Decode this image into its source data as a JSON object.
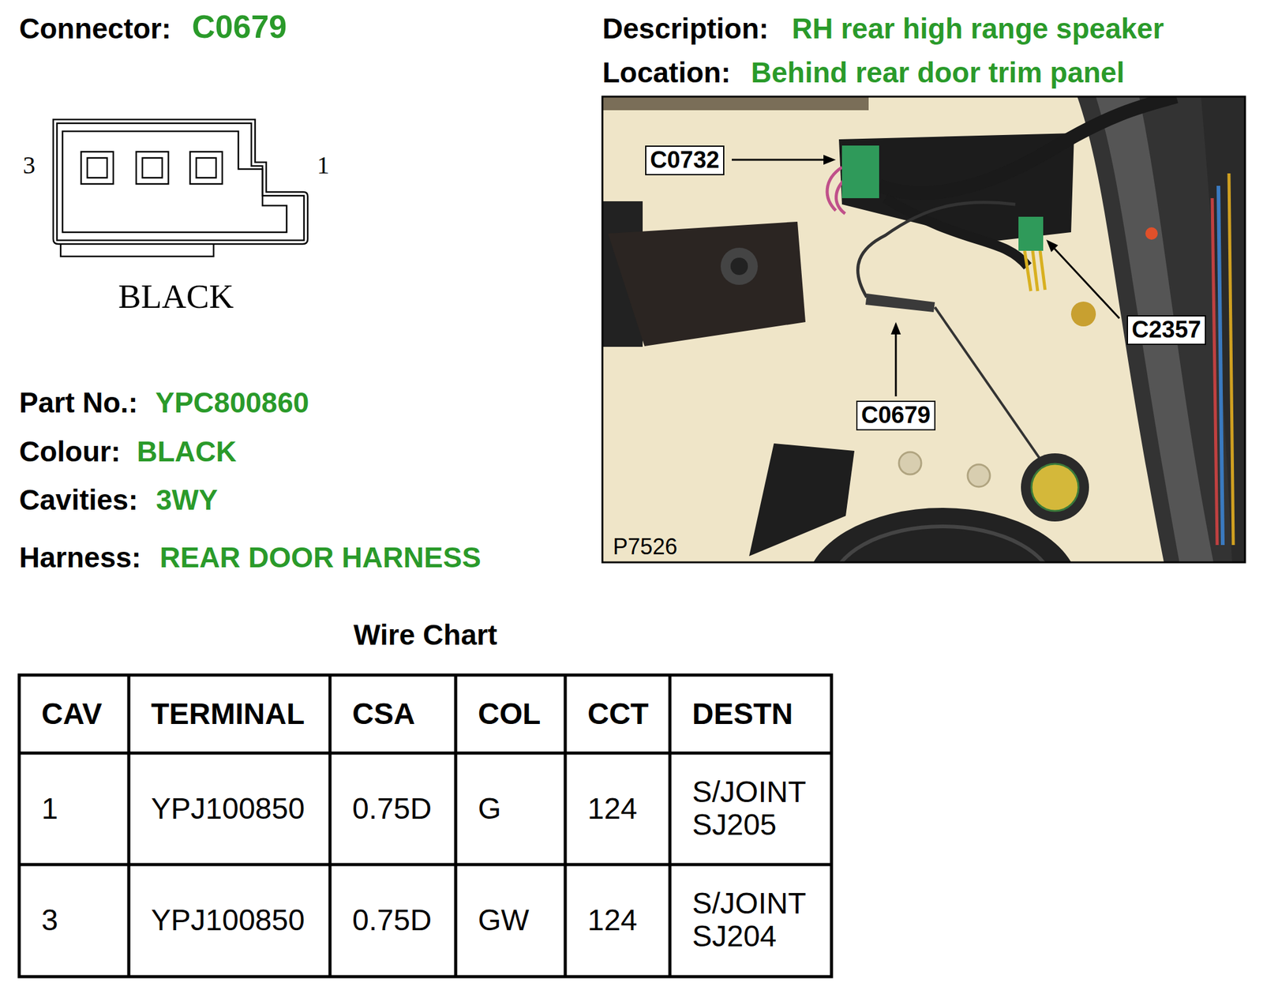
{
  "diagram": {
    "labels": [
      "Connector:",
      "C0679",
      "Description:",
      "RH rear high range speaker",
      "Location:",
      "Behind rear door trim panel",
      "3",
      "1",
      "BLACK",
      "C0732",
      "C2357",
      "C0679",
      "P7526",
      "Part No.:",
      "YPC800860",
      "Colour:",
      "BLACK",
      "Cavities:",
      "3WY",
      "Harness:",
      "REAR DOOR HARNESS",
      "Wire Chart",
      "CAV",
      "TERMINAL",
      "CSA",
      "COL",
      "CCT",
      "DESTN",
      "1",
      "YPJ100850",
      "0.75D",
      "G",
      "124",
      "S/JOINT SJ205",
      "3",
      "YPJ100850",
      "0.75D",
      "GW",
      "124",
      "S/JOINT SJ204"
    ]
  }
}
